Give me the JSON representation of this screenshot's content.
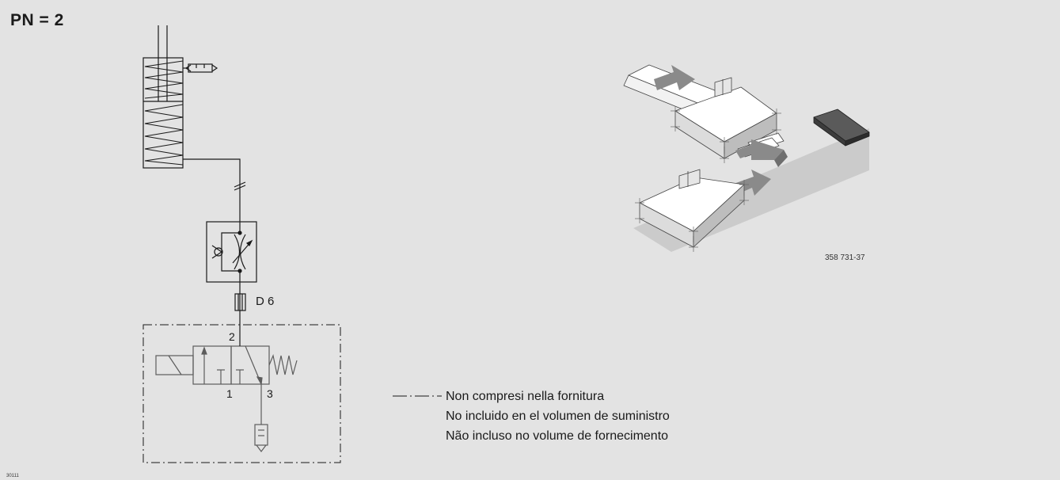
{
  "title": "PN = 2",
  "schematic": {
    "tube_label": "D 6",
    "port_2": "2",
    "port_1": "1",
    "port_3": "3"
  },
  "legend": {
    "symbol": "dash-dot-line",
    "lines": [
      "Non compresi nella fornitura",
      "No incluido en el volumen de suministro",
      "Não incluso no volume de fornecimento"
    ]
  },
  "illustration": {
    "drawing_number": "358 731-37"
  },
  "corner_code": "30111",
  "colors": {
    "background": "#e3e3e3",
    "line": "#1a1a1a",
    "arrow": "#8a8a8a",
    "shadow": "#c9c9c9"
  }
}
